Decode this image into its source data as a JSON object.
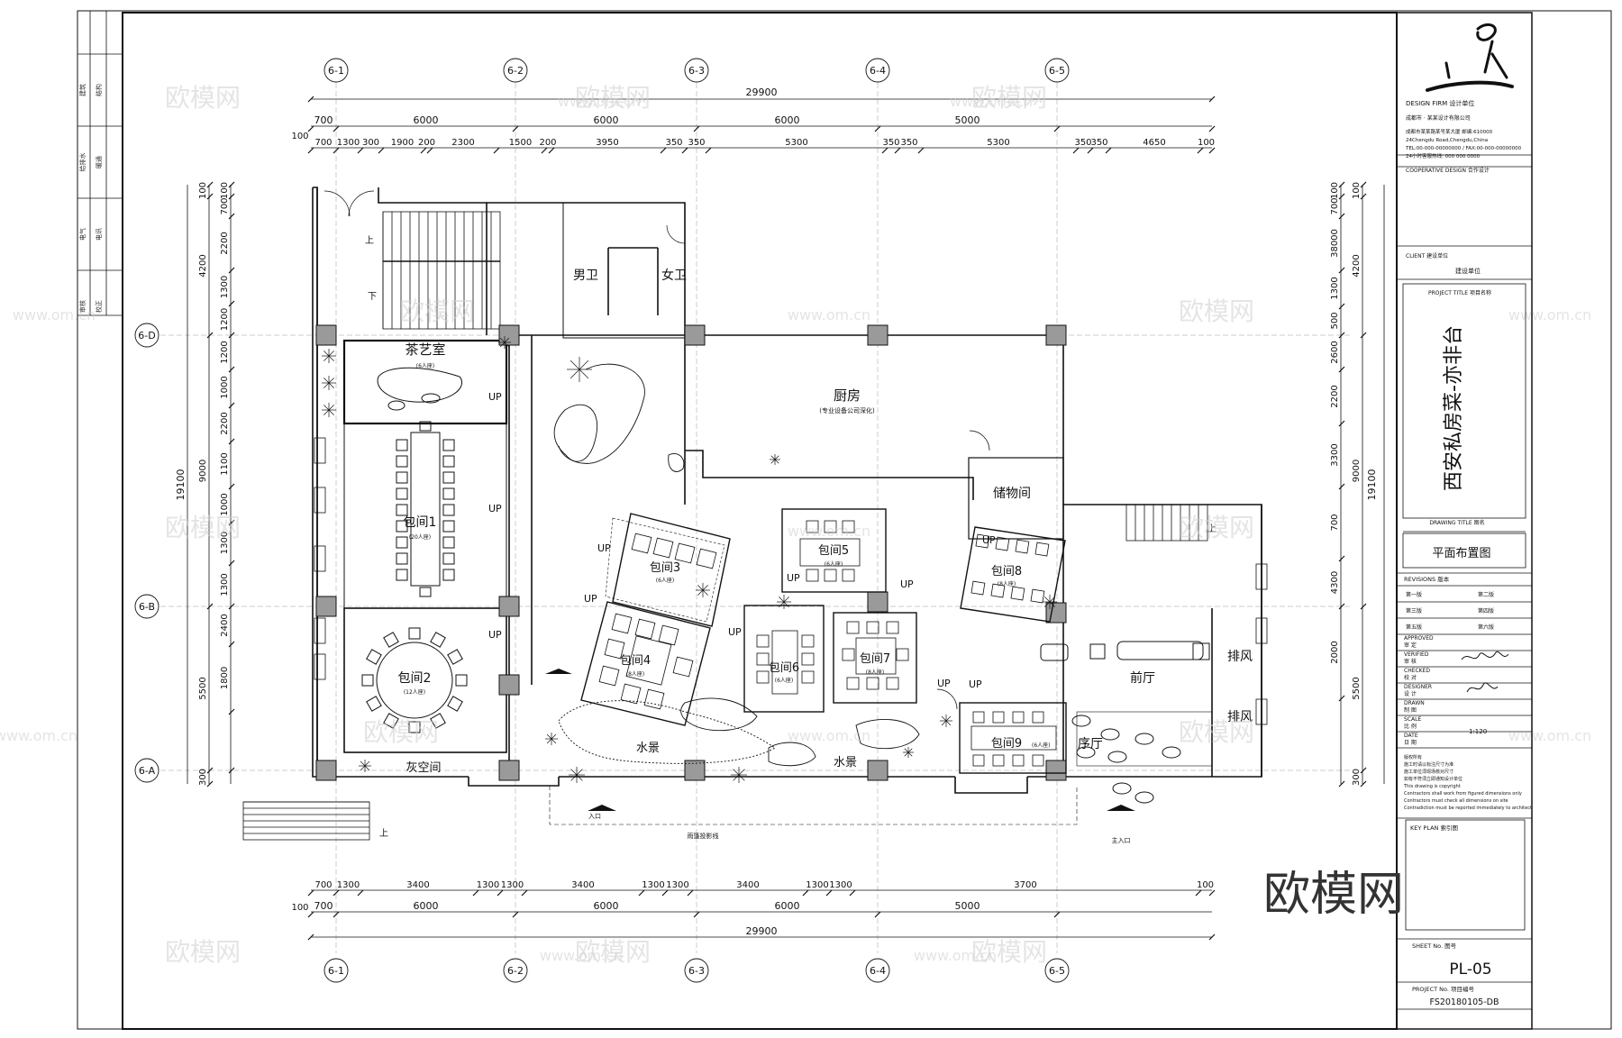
{
  "grid": {
    "columns": [
      "6-1",
      "6-2",
      "6-3",
      "6-4",
      "6-5"
    ],
    "rows": [
      "6-D",
      "6-B",
      "6-A"
    ]
  },
  "dims": {
    "top_total": "29900",
    "top_mid": [
      "700",
      "6000",
      "6000",
      "6000",
      "5000"
    ],
    "top_fine_lead": "100",
    "top_fine": [
      "700",
      "1300",
      "300",
      "1900",
      "200",
      "2300",
      "1500",
      "200",
      "3950",
      "350",
      "350",
      "5300",
      "350",
      "350",
      "5300",
      "350",
      "350",
      "4650",
      "100"
    ],
    "bottom_fine": [
      "700",
      "1300",
      "3400",
      "1300",
      "1300",
      "3400",
      "1300",
      "1300",
      "3400",
      "1300",
      "1300",
      "3700",
      "100"
    ],
    "bottom_mid_lead": "100",
    "bottom_mid": [
      "700",
      "6000",
      "6000",
      "6000",
      "5000"
    ],
    "bottom_total": "29900",
    "left_total": "19100",
    "left_mid": [
      "100",
      "4200",
      "9000",
      "5500",
      "300"
    ],
    "left_fine": [
      "100",
      "700",
      "2200",
      "1300",
      "1200",
      "1200",
      "1000",
      "2200",
      "1100",
      "1000",
      "1300",
      "1300",
      "2400",
      "1800"
    ],
    "right_total": "19100",
    "right_mid": [
      "100",
      "4200",
      "9000",
      "5500",
      "300"
    ],
    "right_fine": [
      "100",
      "700",
      "38000",
      "1300",
      "500",
      "2600",
      "2200",
      "3300",
      "700",
      "4300",
      "2000"
    ]
  },
  "rooms": {
    "tea": "茶艺室",
    "tea_sub": "(6人座)",
    "men_wc": "男卫",
    "women_wc": "女卫",
    "kitchen": "厨房",
    "kitchen_note": "(专业设备公司深化)",
    "storage": "储物间",
    "room1": "包间1",
    "room1_sub": "(20人座)",
    "room2": "包间2",
    "room2_sub": "(12人座)",
    "room3": "包间3",
    "room3_sub": "(6人座)",
    "room4": "包间4",
    "room4_sub": "(8人座)",
    "room5": "包间5",
    "room5_sub": "(6人座)",
    "room6": "包间6",
    "room6_sub": "(6人座)",
    "room7": "包间7",
    "room7_sub": "(8人座)",
    "room8": "包间8",
    "room8_sub": "(8人座)",
    "room9": "包间9",
    "room9_sub": "(6人座)",
    "grey_space": "灰空间",
    "water1": "水景",
    "water2": "水景",
    "lobby": "前厅",
    "reception": "序厅",
    "exhaust1": "排风",
    "exhaust2": "排风",
    "up": "UP",
    "up_cn": "上",
    "down_cn": "下",
    "entrance": "入口",
    "main_entrance": "主入口",
    "canopy_note": "雨篷投影线"
  },
  "left_stamp": [
    "结构",
    "建筑",
    "暖通",
    "给排水",
    "电讯",
    "电气",
    "校正",
    "审核"
  ],
  "title_block": {
    "design_firm_label": "DESIGN FIRM   设计单位",
    "firm_name": "成都市 · 某某设计有限公司",
    "firm_addr1": "成都市某某路某号某大厦 邮编:610000",
    "firm_addr2": "24Chengdu Road,Chengdu,China",
    "firm_tel": "TEL:00-000-00000000 / FAX:00-000-00000000",
    "firm_hotline": "24小时客服热线: 000  000  0000",
    "coop_label": "COOPERATIVE DESIGN   合作设计",
    "client_label": "CLIENT   建设单位",
    "client_value": "建设单位",
    "project_label": "PROJECT TITLE   项目名称",
    "project_title": "西安私房菜-亦非台",
    "drawing_label": "DRAWING TITLE   图名",
    "drawing_title": "平面布置图",
    "revisions_label": "REVISIONS   版本",
    "revisions": [
      "第一版",
      "第二版",
      "第三版",
      "第四版",
      "第五版",
      "第六版"
    ],
    "approved": [
      "APPROVED",
      "审  定"
    ],
    "verified": [
      "VERIFIED",
      "审  核"
    ],
    "checked": [
      "CHECKED",
      "校  对"
    ],
    "designer": [
      "DESIGNER",
      "设  计"
    ],
    "drawn": [
      "DRAWN",
      "制  图"
    ],
    "scale": [
      "SCALE",
      "比  例"
    ],
    "scale_value": "1:120",
    "date": [
      "DATE",
      "日  期"
    ],
    "notes": [
      "版权所有",
      "施工时请以标注尺寸为准",
      "施工单位须现场核对尺寸",
      "如有不符须立即通知设计单位",
      "This drawing is copyright",
      "Contractors shall work from figured dimensions only",
      "Contractors must check all dimensions on site",
      "Contradiction must be reported immediately to architect"
    ],
    "key_plan_label": "KEY PLAN   索引图",
    "sheet_no_label": "SHEET No.   图号",
    "sheet_no": "PL-05",
    "project_no_label": "PROJECT No.   项目编号",
    "project_no": "FS20180105-DB"
  },
  "watermarks": {
    "brand": "欧模网",
    "url": "www.om.cn",
    "url_short": "o.om.cn"
  },
  "colors": {
    "line": "#111111",
    "column_fill": "#9a9a9a",
    "watermark": "#cfcfcf"
  }
}
